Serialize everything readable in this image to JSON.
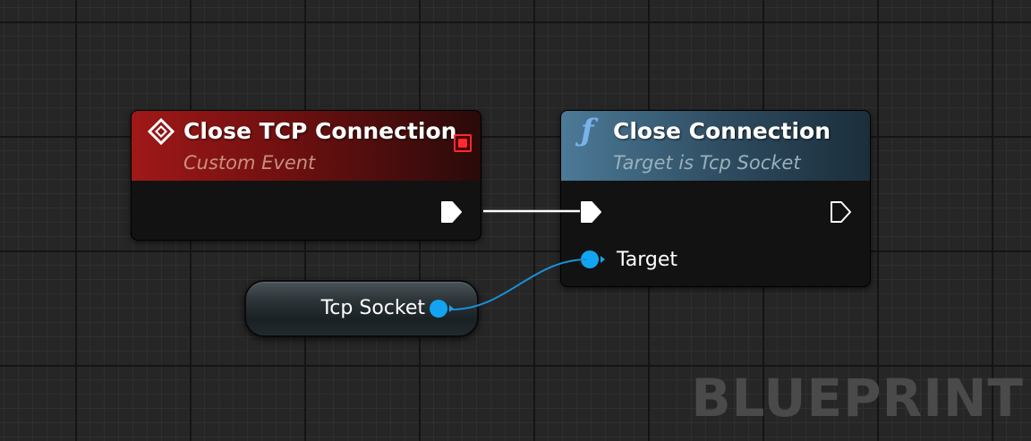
{
  "event_node": {
    "title": "Close TCP Connection",
    "subtitle": "Custom Event",
    "icon": "event-diamond-icon",
    "header_color": "#a01818"
  },
  "function_node": {
    "title": "Close Connection",
    "subtitle": "Target is Tcp Socket",
    "icon": "function-f-icon",
    "header_color": "#4c7a98",
    "target_pin_label": "Target"
  },
  "variable_node": {
    "label": "Tcp Socket",
    "pin_color": "#12a4f2"
  },
  "colors": {
    "exec_wire": "#ffffff",
    "data_wire": "#1a90d8",
    "delegate_pin": "#ff2b2b"
  },
  "watermark": "BLUEPRINT"
}
